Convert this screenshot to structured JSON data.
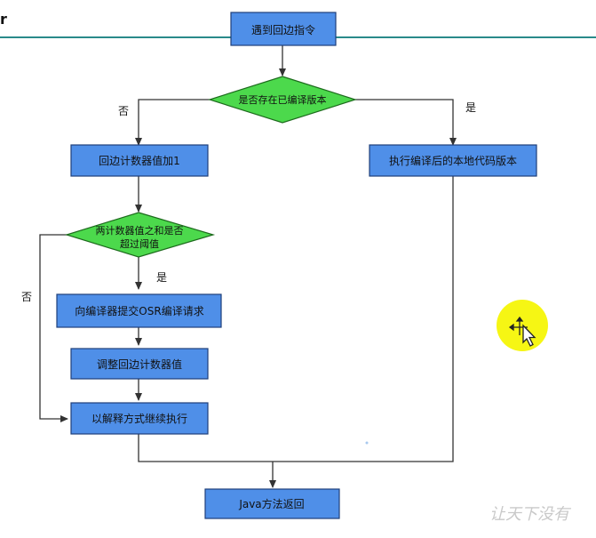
{
  "corner_glyph": "r",
  "nodes": {
    "start": "遇到回边指令",
    "decision_compiled": "是否存在已编译版本",
    "increment_counter": "回边计数器值加1",
    "run_native": "执行编译后的本地代码版本",
    "decision_threshold_line1": "两计数器值之和是否",
    "decision_threshold_line2": "超过阈值",
    "submit_osr": "向编译器提交OSR编译请求",
    "adjust_counter": "调整回边计数器值",
    "interpret_continue": "以解释方式继续执行",
    "java_return": "Java方法返回"
  },
  "edge_labels": {
    "no_left": "否",
    "yes_right": "是",
    "yes_down": "是",
    "no_loop": "否"
  },
  "watermark": "让天下没有",
  "colors": {
    "process_fill": "#4f8fe8",
    "decision_fill": "#4cd94c",
    "header_line": "#2a8a8a",
    "cursor_highlight": "#f5f500"
  },
  "icons": {
    "cursor": "move-cursor-icon"
  }
}
